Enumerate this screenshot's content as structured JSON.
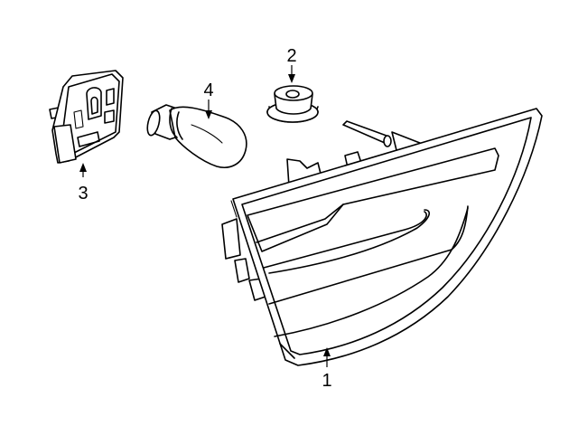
{
  "callouts": [
    {
      "id": "1",
      "label": "1",
      "part": "tail-lamp-assembly"
    },
    {
      "id": "2",
      "label": "2",
      "part": "grommet"
    },
    {
      "id": "3",
      "label": "3",
      "part": "bulb-socket"
    },
    {
      "id": "4",
      "label": "4",
      "part": "bulb"
    }
  ]
}
